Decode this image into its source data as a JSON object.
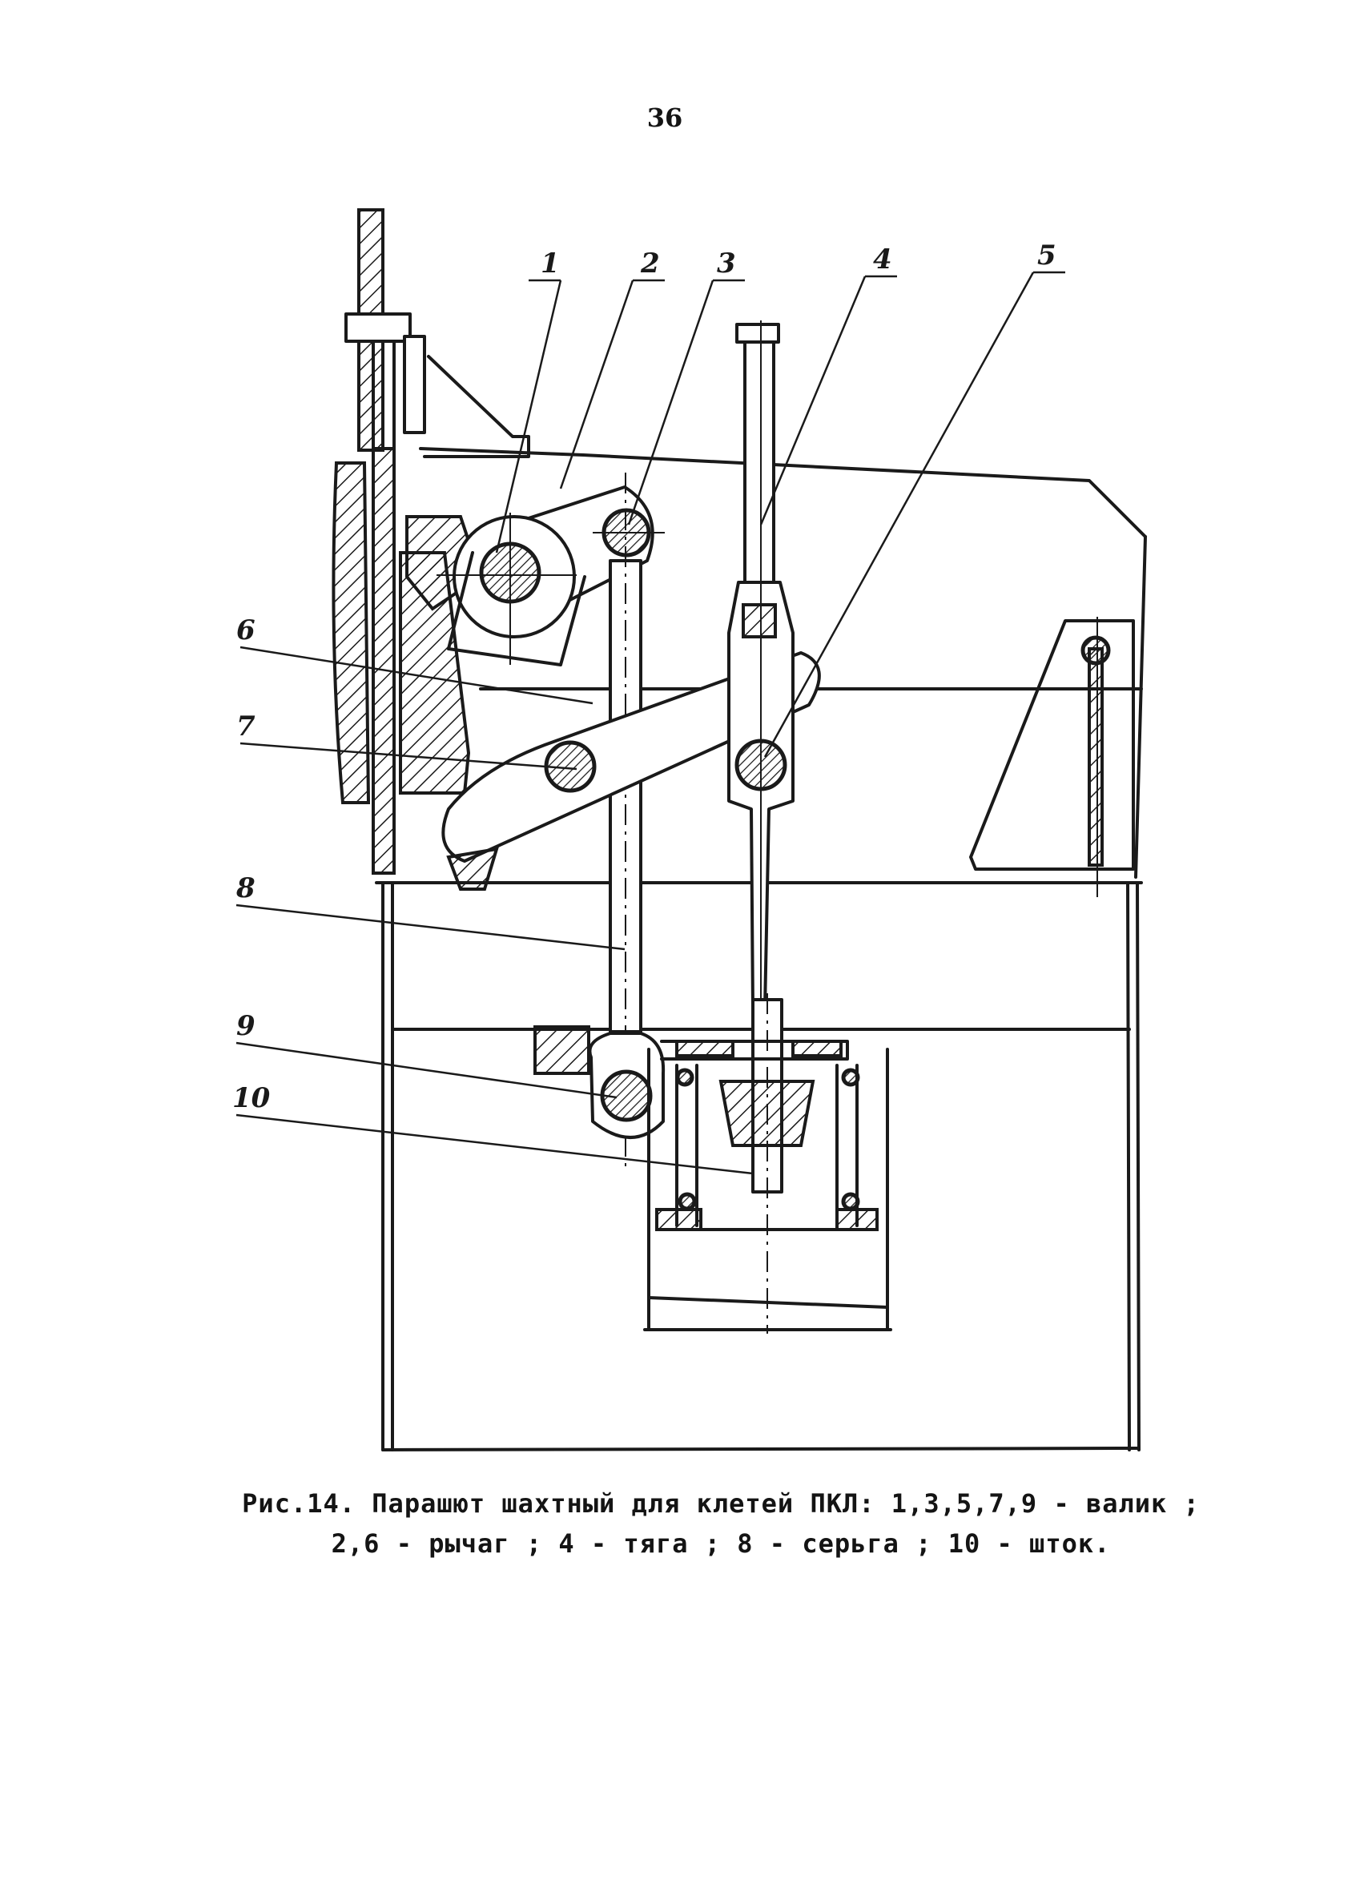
{
  "page": {
    "number": "36"
  },
  "figure": {
    "callouts": {
      "c1": "1",
      "c2": "2",
      "c3": "3",
      "c4": "4",
      "c5": "5",
      "c6": "6",
      "c7": "7",
      "c8": "8",
      "c9": "9",
      "c10": "10"
    },
    "caption_line1": "Рис.14. Парашют шахтный для клетей ПКЛ: 1,3,5,7,9 - валик ;",
    "caption_line2": "2,6 - рычаг ; 4 - тяга ; 8 - серьга ; 10 - шток."
  }
}
